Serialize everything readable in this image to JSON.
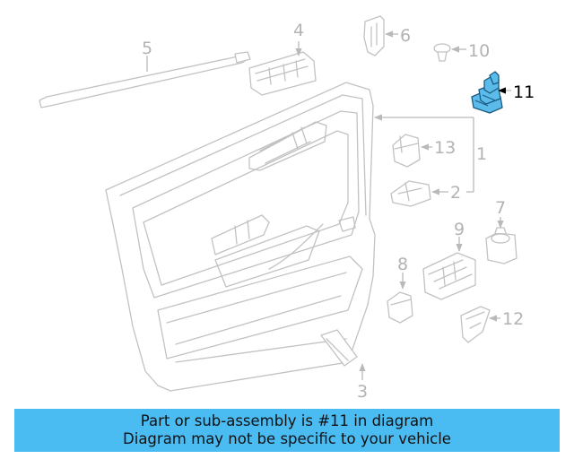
{
  "banner": {
    "line1": "Part or sub-assembly is #11 in diagram",
    "line2": "Diagram may not be specific to your vehicle"
  },
  "highlighted_part": "11",
  "colors": {
    "highlight_fill": "#5bbcec",
    "highlight_stroke": "#1b5a80",
    "banner_background": "#4bbcf2",
    "line_art": "#c2c2c2",
    "callout_text": "#b3b3b3"
  },
  "callouts": {
    "c1": "1",
    "c2": "2",
    "c3": "3",
    "c4": "4",
    "c5": "5",
    "c6": "6",
    "c7": "7",
    "c8": "8",
    "c9": "9",
    "c10": "10",
    "c11": "11",
    "c12": "12",
    "c13": "13"
  }
}
